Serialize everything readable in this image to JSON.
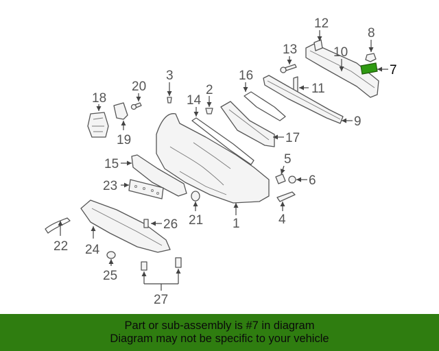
{
  "diagram": {
    "highlight_color": "#2f9a12",
    "callouts": {
      "c1": "1",
      "c2": "2",
      "c3": "3",
      "c4": "4",
      "c5": "5",
      "c6": "6",
      "c7": "7",
      "c8": "8",
      "c9": "9",
      "c10": "10",
      "c11": "11",
      "c12": "12",
      "c13": "13",
      "c14": "14",
      "c15": "15",
      "c16": "16",
      "c17": "17",
      "c18": "18",
      "c19": "19",
      "c20": "20",
      "c21": "21",
      "c22": "22",
      "c23": "23",
      "c24": "24",
      "c25": "25",
      "c26": "26",
      "c27": "27"
    }
  },
  "banner": {
    "line1": "Part or sub-assembly is #7 in diagram",
    "line2": "Diagram may not be specific to your vehicle",
    "background": "#2f7d10"
  }
}
